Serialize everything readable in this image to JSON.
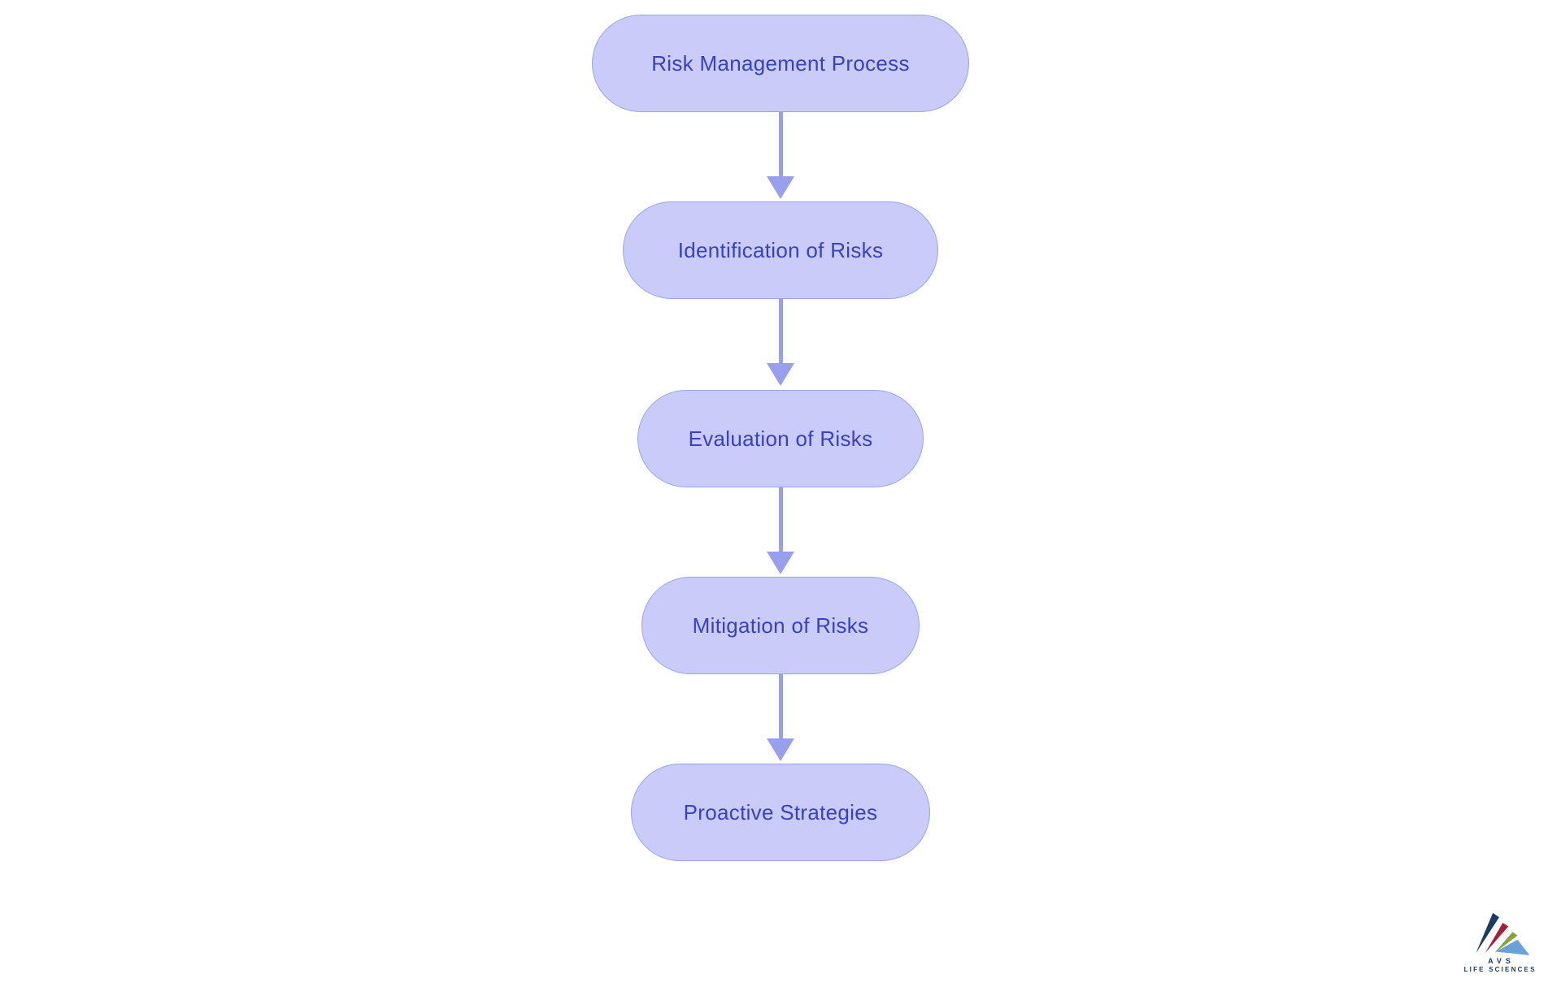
{
  "diagram": {
    "type": "flowchart",
    "direction": "top-down",
    "nodes": [
      {
        "id": 0,
        "label": "Risk Management Process"
      },
      {
        "id": 1,
        "label": "Identification of Risks"
      },
      {
        "id": 2,
        "label": "Evaluation of Risks"
      },
      {
        "id": 3,
        "label": "Mitigation of Risks"
      },
      {
        "id": 4,
        "label": "Proactive Strategies"
      }
    ],
    "edges": [
      {
        "from": 0,
        "to": 1
      },
      {
        "from": 1,
        "to": 2
      },
      {
        "from": 2,
        "to": 3
      },
      {
        "from": 3,
        "to": 4
      }
    ],
    "colors": {
      "background": "#ffffff",
      "node_fill": "#c9ccf8",
      "node_border": "#9ba2f1",
      "node_text": "#3a40c5",
      "arrow": "#98a0ed"
    }
  },
  "logo": {
    "brand": "AVS",
    "tagline": "LIFE SCIENCES",
    "colors": {
      "navy": "#1b3a64",
      "crimson": "#a32038",
      "olive": "#85a33c",
      "light_blue": "#68a2d8",
      "text": "#1b3a64"
    }
  }
}
